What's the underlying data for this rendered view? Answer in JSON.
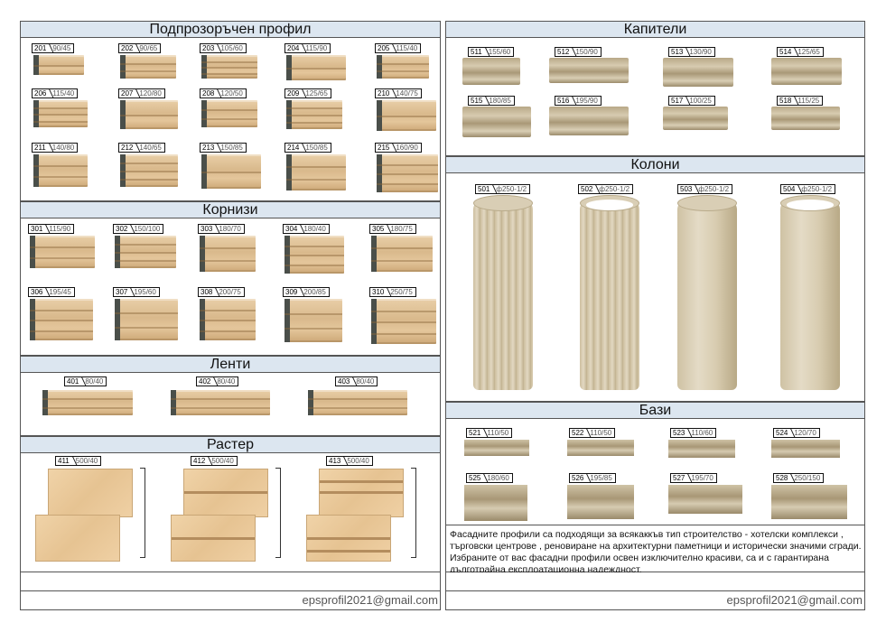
{
  "sections": {
    "window_profiles": {
      "title": "Подпрозоръчен профил",
      "items": [
        {
          "code": "201",
          "dim": "90/45"
        },
        {
          "code": "202",
          "dim": "90/65"
        },
        {
          "code": "203",
          "dim": "105/60"
        },
        {
          "code": "204",
          "dim": "115/90"
        },
        {
          "code": "205",
          "dim": "115/40"
        },
        {
          "code": "206",
          "dim": "115/40"
        },
        {
          "code": "207",
          "dim": "120/80"
        },
        {
          "code": "208",
          "dim": "120/50"
        },
        {
          "code": "209",
          "dim": "125/65"
        },
        {
          "code": "210",
          "dim": "140/75"
        },
        {
          "code": "211",
          "dim": "140/80"
        },
        {
          "code": "212",
          "dim": "140/65"
        },
        {
          "code": "213",
          "dim": "150/85"
        },
        {
          "code": "214",
          "dim": "150/85"
        },
        {
          "code": "215",
          "dim": "160/90"
        }
      ]
    },
    "cornices": {
      "title": "Корнизи",
      "items": [
        {
          "code": "301",
          "dim": "115/90"
        },
        {
          "code": "302",
          "dim": "150/100"
        },
        {
          "code": "303",
          "dim": "180/70"
        },
        {
          "code": "304",
          "dim": "180/40"
        },
        {
          "code": "305",
          "dim": "180/75"
        },
        {
          "code": "306",
          "dim": "195/45"
        },
        {
          "code": "307",
          "dim": "195/60"
        },
        {
          "code": "308",
          "dim": "200/75"
        },
        {
          "code": "309",
          "dim": "200/85"
        },
        {
          "code": "310",
          "dim": "250/75"
        }
      ]
    },
    "bands": {
      "title": "Ленти",
      "items": [
        {
          "code": "401",
          "dim": "80/40"
        },
        {
          "code": "402",
          "dim": "80/40"
        },
        {
          "code": "403",
          "dim": "80/40"
        }
      ]
    },
    "raster": {
      "title": "Растер",
      "items": [
        {
          "code": "411",
          "dim": "500/40"
        },
        {
          "code": "412",
          "dim": "500/40"
        },
        {
          "code": "413",
          "dim": "500/40"
        }
      ]
    },
    "capitals": {
      "title": "Капители",
      "items": [
        {
          "code": "511",
          "dim": "155/60"
        },
        {
          "code": "512",
          "dim": "150/90"
        },
        {
          "code": "513",
          "dim": "130/90"
        },
        {
          "code": "514",
          "dim": "125/65"
        },
        {
          "code": "515",
          "dim": "180/85"
        },
        {
          "code": "516",
          "dim": "195/90"
        },
        {
          "code": "517",
          "dim": "100/25"
        },
        {
          "code": "518",
          "dim": "115/25"
        }
      ]
    },
    "columns": {
      "title": "Колони",
      "items": [
        {
          "code": "501",
          "dim": "ф250-1/2"
        },
        {
          "code": "502",
          "dim": "ф250-1/2"
        },
        {
          "code": "503",
          "dim": "ф250-1/2"
        },
        {
          "code": "504",
          "dim": "ф250-1/2"
        }
      ]
    },
    "bases": {
      "title": "Бази",
      "items": [
        {
          "code": "521",
          "dim": "110/50"
        },
        {
          "code": "522",
          "dim": "110/50"
        },
        {
          "code": "523",
          "dim": "110/60"
        },
        {
          "code": "524",
          "dim": "120/70"
        },
        {
          "code": "525",
          "dim": "180/60"
        },
        {
          "code": "526",
          "dim": "195/85"
        },
        {
          "code": "527",
          "dim": "195/70"
        },
        {
          "code": "528",
          "dim": "250/150"
        }
      ]
    }
  },
  "description": "Фасадните профили са подходящи за всякаккъв тип строителство - хотелски комплекси , търговски центрове , реновиране на архитектурни паметници и исторически значими сгради. Избраните от вас фасадни профили освен изключително красиви, са и с гарантирана дълготрайна експлоатационна надеждност.",
  "footer": {
    "email_left": "epsprofil2021@gmail.com",
    "email_right": "epsprofil2021@gmail.com"
  },
  "colors": {
    "header_bar": "#dce6f0",
    "profile_sand": "#e2c597",
    "stone": "#cdbf9f"
  }
}
